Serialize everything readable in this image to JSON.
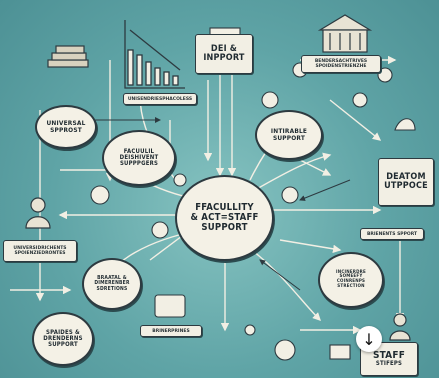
{
  "center": {
    "title": "FFACULLITY\n& ACT=STAFF\nSUPPORT"
  },
  "nodes": {
    "dei": "DEI &\nINPPORT",
    "universal": "UNIVERSAL\nSPPROST",
    "facuulil": "FACUULIL\nDEISHIVENT\nSUPPPGERS",
    "intirable": "INTIRABLE\nSUPPORT",
    "deatom": "DEATOM\nUTPPOCE",
    "spaides": "SPAIDES &\nDRENDERNS\nSUPPORT",
    "staff": "STAFF",
    "staff_sub": "STIFEPS"
  },
  "small_labels": {
    "top_right_box": "BENDERSACHTRIVES\nSPOIDENSTRIENZHE",
    "top_banner": "UNISENDRIESPHACOLESS",
    "left_box": "UNIVERSIDRICHENTS\nSPOIENZIEDRONTES",
    "left_mid": "BRAATAL &\nDIMERENBER\nSDRETIONS",
    "right_mid": "INCINERDRE\nSOMEEFY\nCOINRENPS\nSTRECTION",
    "bottom_center": "BRINERPRINES",
    "right_small": "BRIENENTS SPPORT"
  },
  "colors": {
    "bg": "#6fb0b0",
    "line": "#f2efe4",
    "ink": "#2d3a40"
  },
  "download_icon": "download-arrow-icon"
}
